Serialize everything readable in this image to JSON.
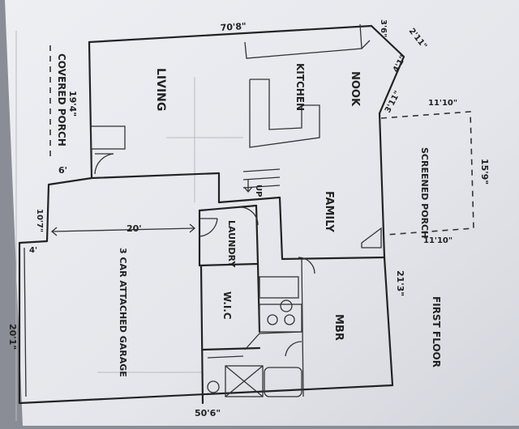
{
  "labels": {
    "covered_porch": "COVERED PORCH",
    "living": "LIVING",
    "kitchen": "KITCHEN",
    "nook": "NOOK",
    "family": "FAMILY",
    "laundry": "LAUNDRY",
    "garage": "3 CAR ATTACHED GARAGE",
    "wic": "W.I.C",
    "mbr": "MBR",
    "screened_porch": "SCREENED PORCH",
    "first_floor": "FIRST FLOOR",
    "up": "UP"
  },
  "dimensions": {
    "top_width": "70'8\"",
    "porch_length": "19'4\"",
    "porch_depth": "6'",
    "nook_small": "3'6\"",
    "nook_top": "2'11\"",
    "nook_mid": "4'1\"",
    "nook_lower": "3'11\"",
    "screened_top": "11'10\"",
    "screened_side": "15'9\"",
    "screened_bottom": "11'10\"",
    "garage_offset": "10'7\"",
    "garage_small": "4'",
    "garage_span": "20'",
    "garage_depth": "20'1\"",
    "mbr_side": "21'3\"",
    "bottom_width": "50'6\""
  }
}
